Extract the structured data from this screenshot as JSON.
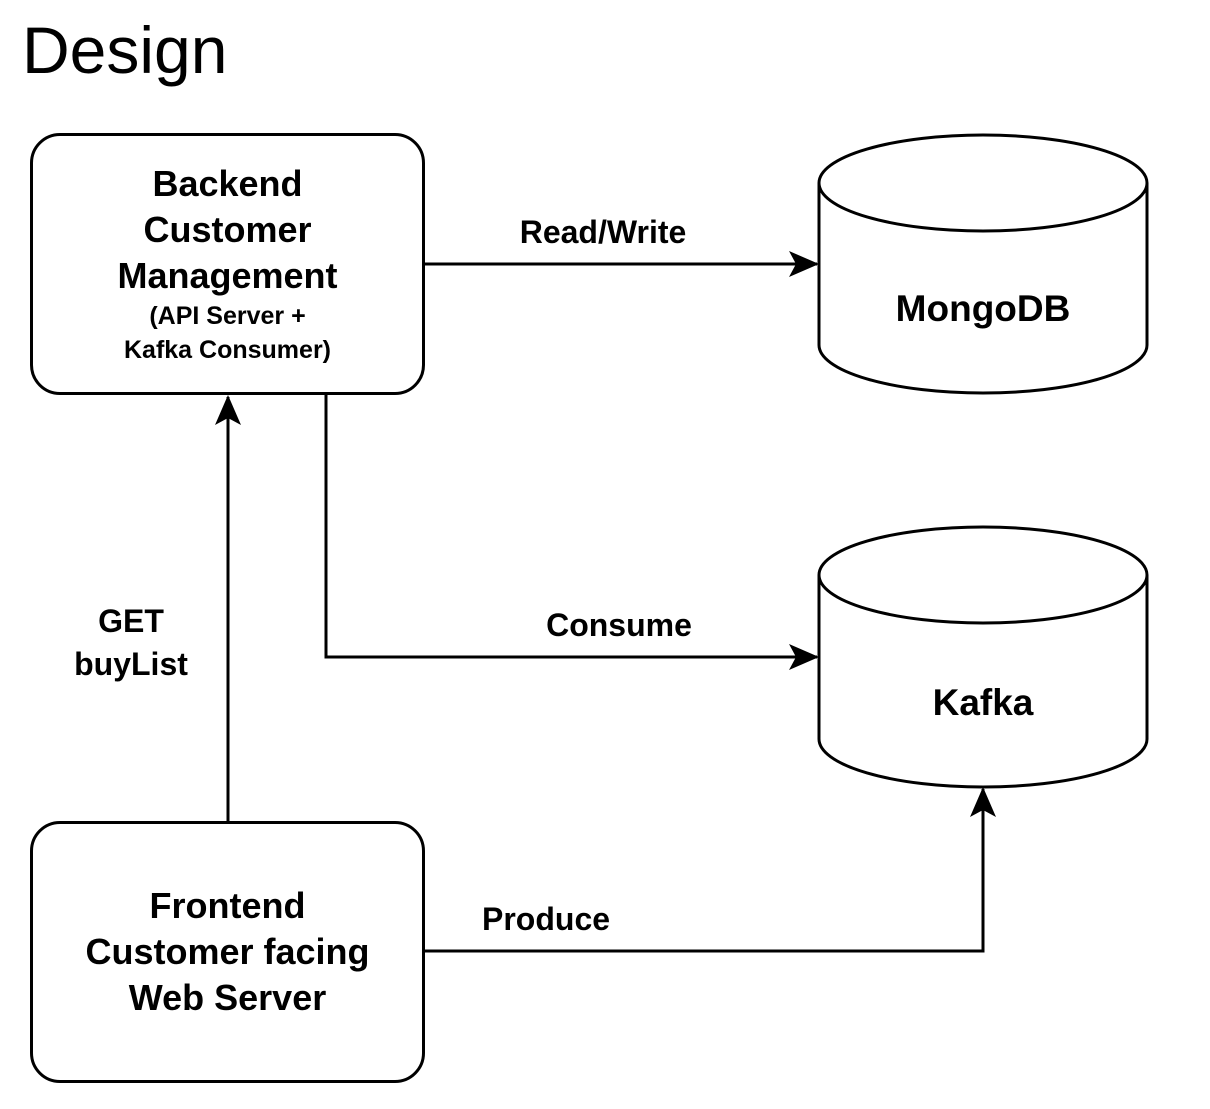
{
  "title": "Design",
  "nodes": {
    "backend": {
      "lines": [
        "Backend",
        "Customer",
        "Management"
      ],
      "sub_lines": [
        "(API Server +",
        "Kafka Consumer)"
      ]
    },
    "frontend": {
      "lines": [
        "Frontend",
        "Customer facing",
        "Web Server"
      ]
    },
    "mongodb": {
      "label": "MongoDB"
    },
    "kafka": {
      "label": "Kafka"
    }
  },
  "edges": {
    "read_write": {
      "label": "Read/Write"
    },
    "consume": {
      "label": "Consume"
    },
    "get_buylist": {
      "lines": [
        "GET",
        "buyList"
      ]
    },
    "produce": {
      "label": "Produce"
    }
  }
}
